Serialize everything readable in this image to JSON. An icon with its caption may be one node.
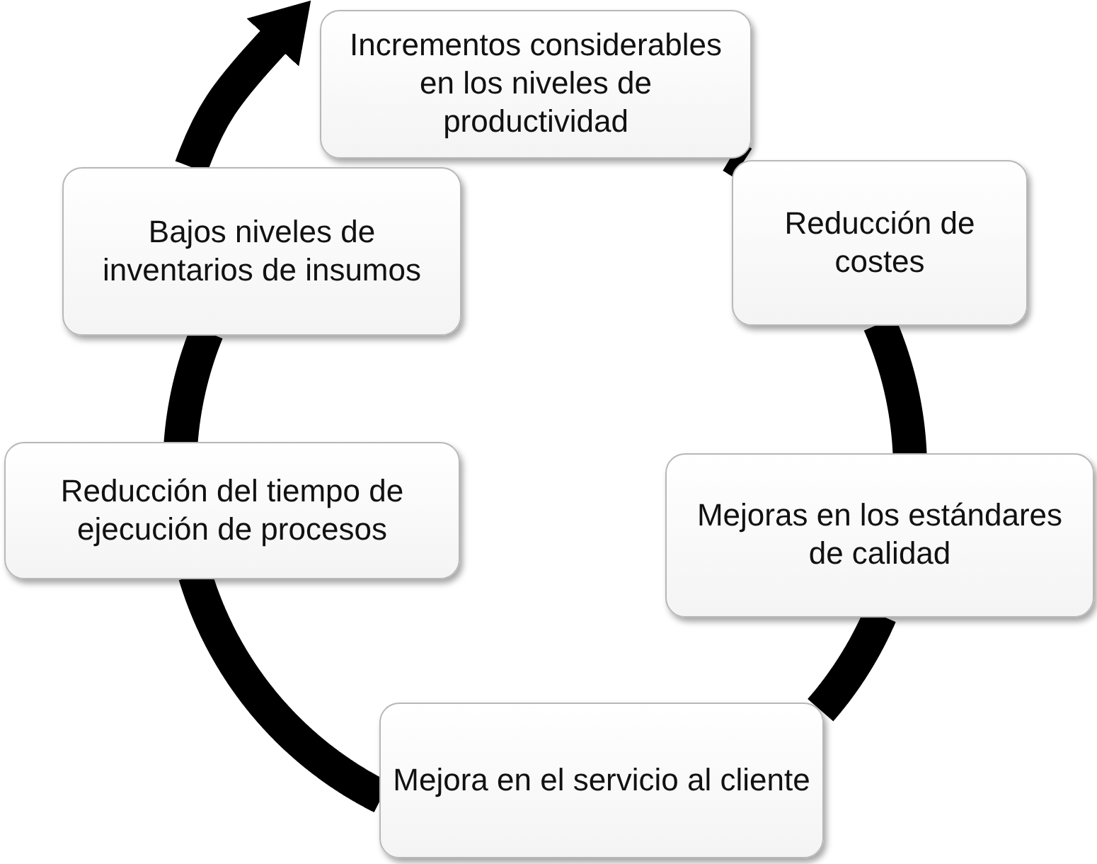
{
  "diagram": {
    "nodes": [
      {
        "text": [
          "Incrementos considerables en los niveles de productividad"
        ]
      },
      {
        "text": [
          "Reducción de costes"
        ]
      },
      {
        "text": [
          "Mejoras en los estándares de calidad"
        ]
      },
      {
        "text": [
          "Mejora en el servicio al cliente"
        ]
      },
      {
        "text": [
          "Reducción del tiempo de ejecución de procesos"
        ]
      },
      {
        "text": [
          "Bajos niveles de inventarios de insumos"
        ]
      }
    ],
    "edges": [
      {
        "from": 0,
        "to": 1,
        "arrow": "none"
      },
      {
        "from": 1,
        "to": 2,
        "arrow": "none"
      },
      {
        "from": 2,
        "to": 3,
        "arrow": "none"
      },
      {
        "from": 3,
        "to": 4,
        "arrow": "none"
      },
      {
        "from": 4,
        "to": 5,
        "arrow": "none"
      },
      {
        "from": 5,
        "to": 0,
        "arrow": "to"
      }
    ]
  }
}
